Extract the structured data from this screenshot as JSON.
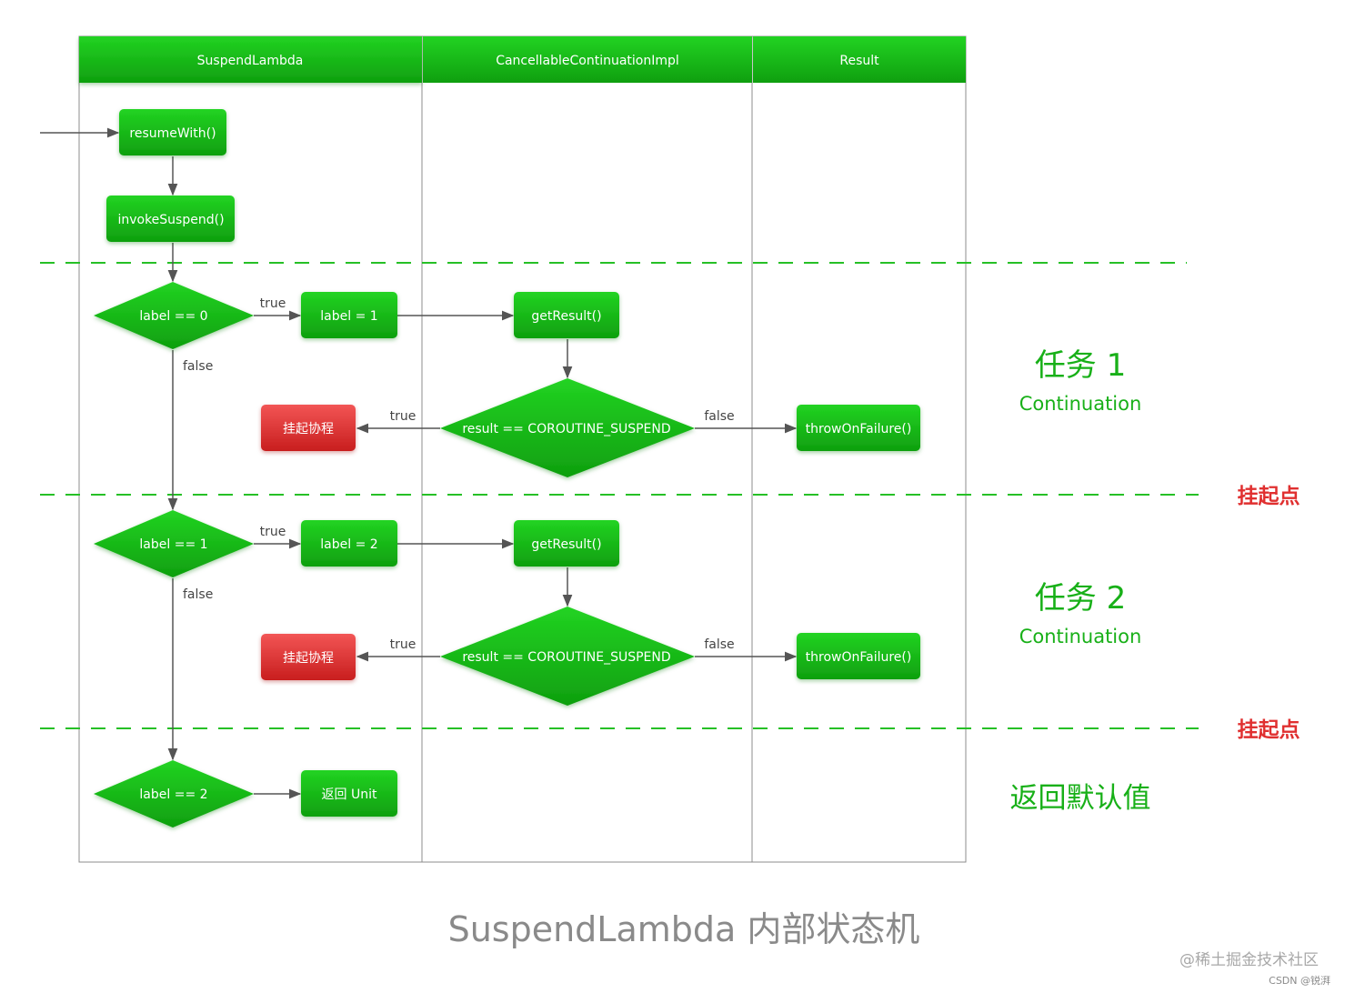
{
  "lanes": [
    {
      "id": "lane-suspendlambda",
      "label": "SuspendLambda"
    },
    {
      "id": "lane-cancellable",
      "label": "CancellableContinuationImpl"
    },
    {
      "id": "lane-result",
      "label": "Result"
    }
  ],
  "nodes": {
    "resume_with": "resumeWith()",
    "invoke_suspend": "invokeSuspend()",
    "label_eq_0": "label == 0",
    "label_set_1": "label = 1",
    "get_result_1": "getResult()",
    "check_suspend_1": "result == COROUTINE_SUSPEND",
    "suspend_1": "挂起协程",
    "throw_1": "throwOnFailure()",
    "label_eq_1": "label == 1",
    "label_set_2": "label = 2",
    "get_result_2": "getResult()",
    "check_suspend_2": "result == COROUTINE_SUSPEND",
    "suspend_2": "挂起协程",
    "throw_2": "throwOnFailure()",
    "label_eq_2": "label == 2",
    "return_unit": "返回 Unit"
  },
  "edge_labels": {
    "true": "true",
    "false": "false"
  },
  "annotations": {
    "task1_title": "任务 1",
    "task1_sub": "Continuation",
    "suspend_point_1": "挂起点",
    "task2_title": "任务 2",
    "task2_sub": "Continuation",
    "suspend_point_2": "挂起点",
    "return_default": "返回默认值"
  },
  "caption": "SuspendLambda 内部状态机",
  "watermark": {
    "juejin": "@稀土掘金技术社区",
    "csdn": "CSDN @锐湃"
  },
  "colors": {
    "green_top": "#22d322",
    "green_bottom": "#0f9f0f",
    "red_top": "#f25555",
    "red_bottom": "#c81e1e",
    "dash_line": "#26c026",
    "annotation_green": "#18b018",
    "annotation_red": "#e03030",
    "caption_gray": "#8a8a8a",
    "lane_border": "#8c8c8c",
    "arrow": "#555555"
  }
}
